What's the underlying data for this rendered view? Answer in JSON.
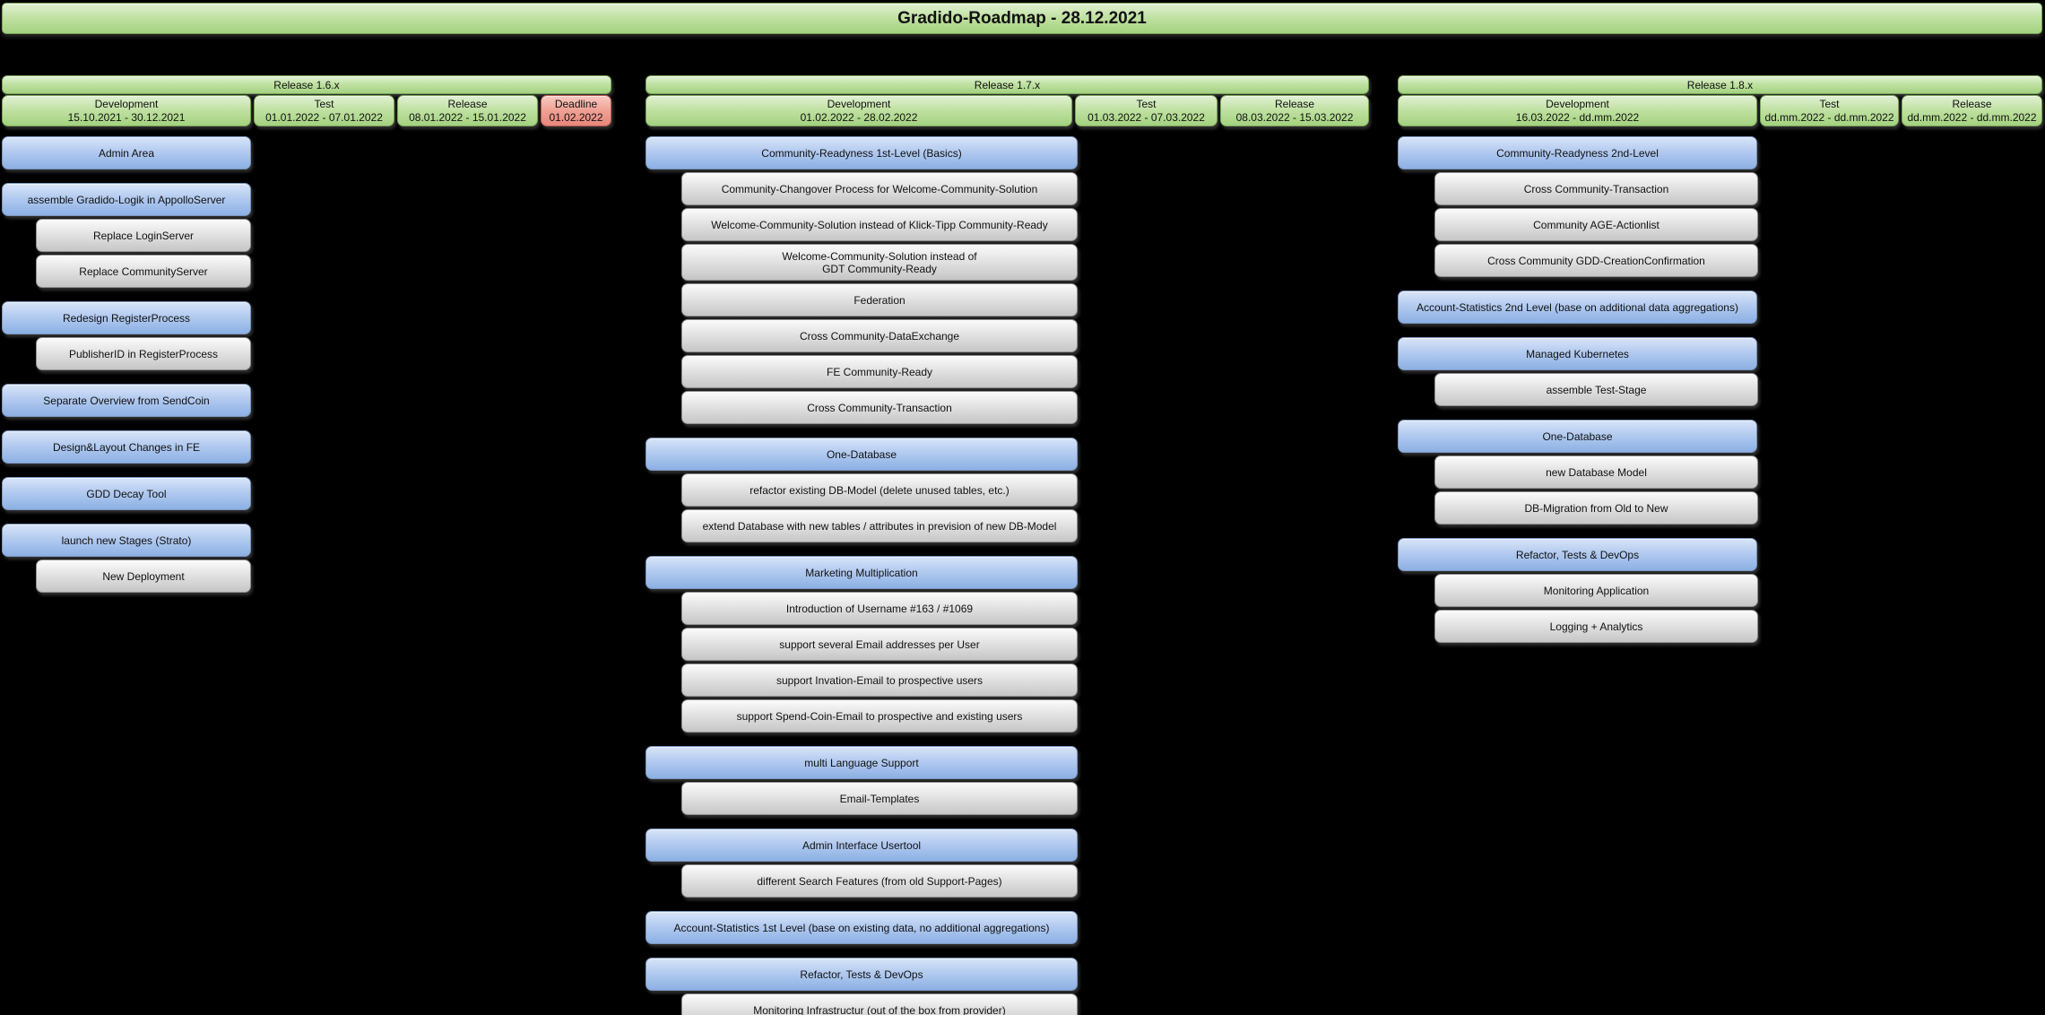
{
  "title": "Gradido-Roadmap - 28.12.2021",
  "colors": {
    "background": "#000000",
    "release_green": "#a9d584",
    "deadline_red": "#ec9287",
    "epic_blue": "#9bb9e9",
    "sub_gray": "#d8d8d8"
  },
  "releases": [
    {
      "name": "Release 1.6.x",
      "phases": [
        {
          "label": "Development",
          "dates": "15.10.2021 - 30.12.2021",
          "type": "normal"
        },
        {
          "label": "Test",
          "dates": "01.01.2022 - 07.01.2022",
          "type": "normal"
        },
        {
          "label": "Release",
          "dates": "08.01.2022 - 15.01.2022",
          "type": "normal"
        },
        {
          "label": "Deadline",
          "dates": "01.02.2022",
          "type": "deadline"
        }
      ],
      "tasks": [
        {
          "label": "Admin Area",
          "kind": "epic"
        },
        {
          "label": "assemble Gradido-Logik in AppolloServer",
          "kind": "epic"
        },
        {
          "label": "Replace LoginServer",
          "kind": "sub"
        },
        {
          "label": "Replace CommunityServer",
          "kind": "sub"
        },
        {
          "label": "Redesign RegisterProcess",
          "kind": "epic"
        },
        {
          "label": "PublisherID in RegisterProcess",
          "kind": "sub"
        },
        {
          "label": "Separate Overview from SendCoin",
          "kind": "epic"
        },
        {
          "label": "Design&Layout Changes in FE",
          "kind": "epic"
        },
        {
          "label": "GDD Decay Tool",
          "kind": "epic"
        },
        {
          "label": "launch new Stages (Strato)",
          "kind": "epic"
        },
        {
          "label": "New Deployment",
          "kind": "sub"
        }
      ]
    },
    {
      "name": "Release 1.7.x",
      "phases": [
        {
          "label": "Development",
          "dates": "01.02.2022 - 28.02.2022",
          "type": "normal"
        },
        {
          "label": "Test",
          "dates": "01.03.2022 - 07.03.2022",
          "type": "normal"
        },
        {
          "label": "Release",
          "dates": "08.03.2022 - 15.03.2022",
          "type": "normal"
        }
      ],
      "tasks": [
        {
          "label": "Community-Readyness 1st-Level (Basics)",
          "kind": "epic"
        },
        {
          "label": "Community-Changover Process for Welcome-Community-Solution",
          "kind": "sub"
        },
        {
          "label": "Welcome-Community-Solution instead of Klick-Tipp Community-Ready",
          "kind": "sub"
        },
        {
          "label": "Welcome-Community-Solution instead of\nGDT Community-Ready",
          "kind": "sub",
          "tall": true
        },
        {
          "label": "Federation",
          "kind": "sub"
        },
        {
          "label": "Cross Community-DataExchange",
          "kind": "sub"
        },
        {
          "label": "FE Community-Ready",
          "kind": "sub"
        },
        {
          "label": "Cross Community-Transaction",
          "kind": "sub"
        },
        {
          "label": "One-Database",
          "kind": "epic"
        },
        {
          "label": "refactor existing DB-Model (delete unused tables, etc.)",
          "kind": "sub"
        },
        {
          "label": "extend Database with new tables / attributes in prevision of new DB-Model",
          "kind": "sub"
        },
        {
          "label": "Marketing Multiplication",
          "kind": "epic"
        },
        {
          "label": "Introduction of Username #163 / #1069",
          "kind": "sub"
        },
        {
          "label": "support several Email addresses per User",
          "kind": "sub"
        },
        {
          "label": "support Invation-Email to prospective users",
          "kind": "sub"
        },
        {
          "label": "support Spend-Coin-Email to prospective and existing users",
          "kind": "sub"
        },
        {
          "label": "multi Language Support",
          "kind": "epic"
        },
        {
          "label": "Email-Templates",
          "kind": "sub"
        },
        {
          "label": "Admin Interface Usertool",
          "kind": "epic"
        },
        {
          "label": "different Search Features (from old Support-Pages)",
          "kind": "sub"
        },
        {
          "label": "Account-Statistics 1st Level (base on existing data, no additional aggregations)",
          "kind": "epic"
        },
        {
          "label": "Refactor, Tests & DevOps",
          "kind": "epic"
        },
        {
          "label": "Monitoring Infrastructur (out of the box from provider)",
          "kind": "sub"
        }
      ]
    },
    {
      "name": "Release 1.8.x",
      "phases": [
        {
          "label": "Development",
          "dates": "16.03.2022 - dd.mm.2022",
          "type": "normal"
        },
        {
          "label": "Test",
          "dates": "dd.mm.2022 - dd.mm.2022",
          "type": "normal"
        },
        {
          "label": "Release",
          "dates": "dd.mm.2022 - dd.mm.2022",
          "type": "normal"
        }
      ],
      "tasks": [
        {
          "label": "Community-Readyness 2nd-Level",
          "kind": "epic"
        },
        {
          "label": "Cross Community-Transaction",
          "kind": "sub"
        },
        {
          "label": "Community AGE-Actionlist",
          "kind": "sub"
        },
        {
          "label": "Cross Community GDD-CreationConfirmation",
          "kind": "sub"
        },
        {
          "label": "Account-Statistics 2nd Level (base on additional data aggregations)",
          "kind": "epic"
        },
        {
          "label": "Managed Kubernetes",
          "kind": "epic"
        },
        {
          "label": "assemble Test-Stage",
          "kind": "sub"
        },
        {
          "label": "One-Database",
          "kind": "epic"
        },
        {
          "label": "new Database Model",
          "kind": "sub"
        },
        {
          "label": "DB-Migration from Old to New",
          "kind": "sub"
        },
        {
          "label": "Refactor, Tests & DevOps",
          "kind": "epic"
        },
        {
          "label": "Monitoring Application",
          "kind": "sub"
        },
        {
          "label": "Logging + Analytics",
          "kind": "sub"
        }
      ]
    }
  ]
}
